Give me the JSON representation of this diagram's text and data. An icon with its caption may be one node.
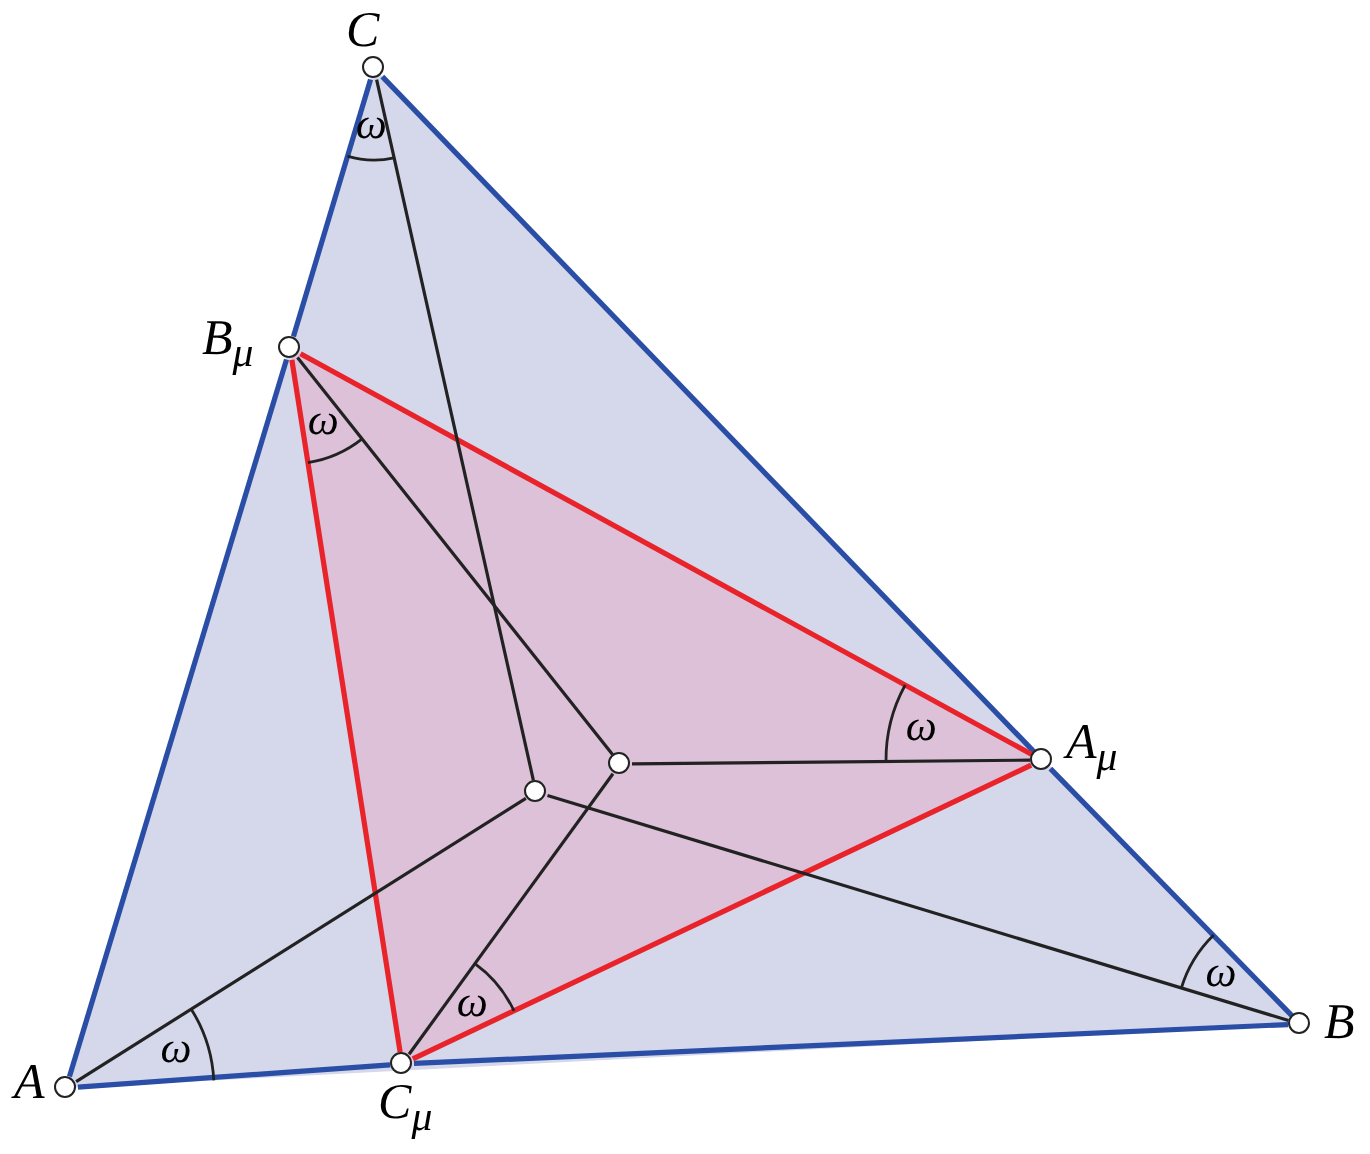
{
  "diagram": {
    "nodes": [
      {
        "text": [
          "A"
        ]
      },
      {
        "text": [
          "B"
        ]
      },
      {
        "text": [
          "C"
        ]
      },
      {
        "text": [
          "A$_{μ}$"
        ]
      },
      {
        "text": [
          "B$_{μ}$"
        ]
      },
      {
        "text": [
          "C$_{μ}$"
        ]
      },
      {
        "text": [],
        "shape": "circle"
      },
      {
        "text": [],
        "shape": "circle"
      }
    ],
    "edges": [
      {
        "from": 0,
        "to": 4,
        "arrow": "none",
        "color": "#2a4ea6"
      },
      {
        "from": 4,
        "to": 2,
        "arrow": "none",
        "color": "#2a4ea6"
      },
      {
        "from": 2,
        "to": 3,
        "arrow": "none",
        "color": "#2a4ea6"
      },
      {
        "from": 3,
        "to": 1,
        "arrow": "none",
        "color": "#2a4ea6"
      },
      {
        "from": 1,
        "to": 5,
        "arrow": "none",
        "color": "#2a4ea6"
      },
      {
        "from": 5,
        "to": 0,
        "arrow": "none",
        "color": "#2a4ea6"
      },
      {
        "from": 4,
        "to": 3,
        "arrow": "none",
        "color": "#e8232a"
      },
      {
        "from": 3,
        "to": 5,
        "arrow": "none",
        "color": "#e8232a"
      },
      {
        "from": 5,
        "to": 4,
        "arrow": "none",
        "color": "#e8232a"
      },
      {
        "from": 2,
        "to": 6,
        "arrow": "none",
        "color": "#222222"
      },
      {
        "from": 0,
        "to": 6,
        "arrow": "none",
        "color": "#222222"
      },
      {
        "from": 1,
        "to": 6,
        "arrow": "none",
        "color": "#222222"
      },
      {
        "from": 4,
        "to": 7,
        "arrow": "none",
        "color": "#222222"
      },
      {
        "from": 3,
        "to": 7,
        "arrow": "none",
        "color": "#222222"
      },
      {
        "from": 5,
        "to": 7,
        "arrow": "none",
        "color": "#222222"
      }
    ],
    "labels": [
      "ω",
      "ω",
      "ω",
      "ω",
      "ω",
      "ω"
    ]
  }
}
